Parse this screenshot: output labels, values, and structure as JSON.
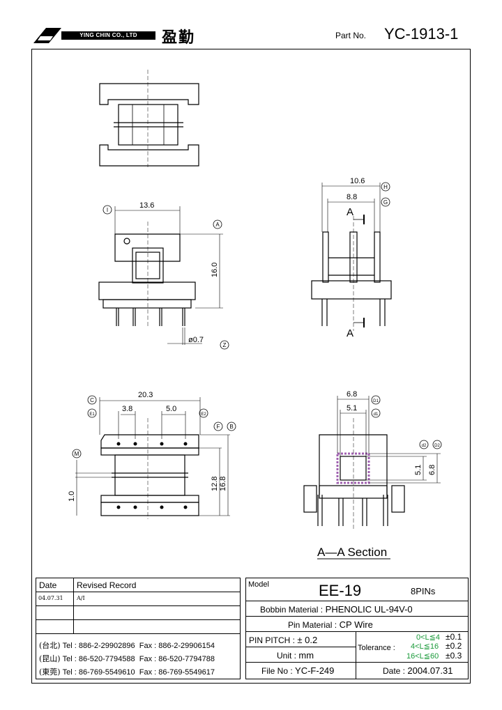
{
  "header": {
    "company_en": "YING CHIN CO., LTD",
    "company_cn": "盈勤",
    "part_no_label": "Part No.",
    "part_no": "YC-1913-1"
  },
  "dims": {
    "d_10_6": "10.6",
    "d_8_8": "8.8",
    "h_label": "H",
    "g_label": "G",
    "section_a": "A",
    "d_13_6": "13.6",
    "i_label": "I",
    "a_label": "A",
    "d_16_0": "16.0",
    "d_phi07": "ø0.7",
    "z_label": "Z",
    "d_20_3": "20.3",
    "d_3_8": "3.8",
    "d_5_0": "5.0",
    "c_label": "C",
    "e1_label": "E1",
    "e2_label": "E2",
    "f_label": "F",
    "b_label": "B",
    "m_label": "M",
    "d_12_8": "12.8",
    "d_16_8": "16.8",
    "d_1_0": "1.0",
    "d_6_8": "6.8",
    "d_5_1": "5.1",
    "D1_label": "D1",
    "d1_label": "d1",
    "d2_label": "d2",
    "D2_label": "D2",
    "d_5_1v": "5.1",
    "d_6_8v": "6.8",
    "section_title": "A—A Section"
  },
  "revision": {
    "date_header": "Date",
    "record_header": "Revised Record",
    "rows": [
      {
        "date": "04.07.31",
        "record": "A/I"
      }
    ]
  },
  "contacts": [
    {
      "city": "(台北)",
      "tel": "Tel : 886-2-29902896",
      "fax": "Fax : 886-2-29906154"
    },
    {
      "city": "(昆山)",
      "tel": "Tel : 86-520-7794588",
      "fax": "Fax : 86-520-7794788"
    },
    {
      "city": "(東莞)",
      "tel": "Tel : 86-769-5549610",
      "fax": "Fax : 86-769-5549617"
    }
  ],
  "spec": {
    "model_label": "Model",
    "model": "EE-19",
    "pins": "8PINs",
    "bobbin_label": "Bobbin  Material :",
    "bobbin": "PHENOLIC UL-94V-0",
    "pin_label": "Pin  Material :",
    "pin": "CP Wire",
    "pitch_label": "PIN  PITCH :",
    "pitch": "± 0.2",
    "unit_label": "Unit :",
    "unit": "mm",
    "file_label": "File  No :",
    "file": "YC-F-249",
    "tolerance_label": "Tolerance :",
    "tol1_range": "0<L≦4",
    "tol1": "±0.1",
    "tol2_range": "4<L≦16",
    "tol2": "±0.2",
    "tol3_range": "16<L≦60",
    "tol3": "±0.3",
    "date_label": "Date :",
    "date": "2004.07.31"
  }
}
